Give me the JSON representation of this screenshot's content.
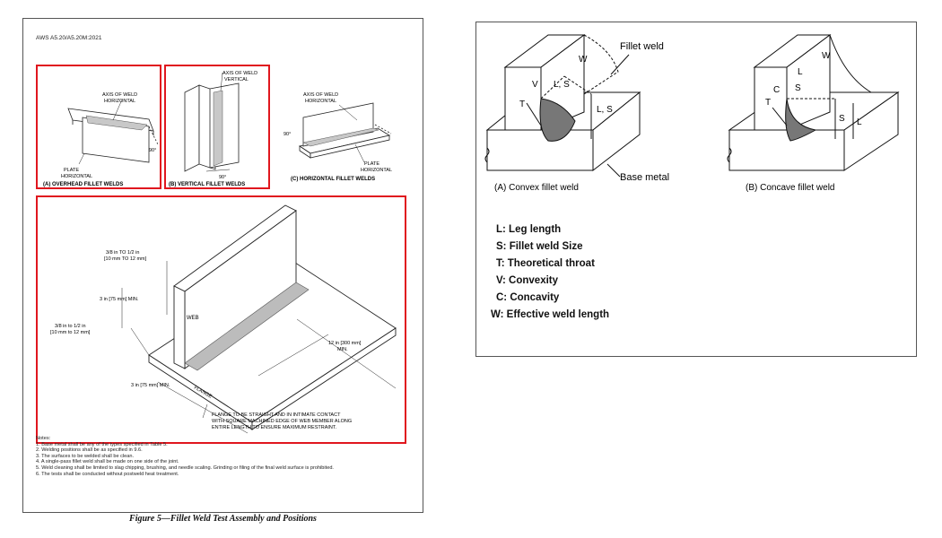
{
  "left_doc": {
    "header": "AWS A5.20/A5.20M:2021",
    "overhead": {
      "caption": "(A) OVERHEAD FILLET WELDS",
      "axis_label_1": "AXIS OF WELD",
      "axis_label_2": "HORIZONTAL",
      "plate_label_1": "PLATE",
      "plate_label_2": "HORIZONTAL",
      "angle": "90°"
    },
    "vertical": {
      "caption": "(B) VERTICAL FILLET WELDS",
      "axis_label_1": "AXIS OF WELD",
      "axis_label_2": "VERTICAL",
      "angle": "90°"
    },
    "horizontal": {
      "caption": "(C) HORIZONTAL FILLET WELDS",
      "axis_label_1": "AXIS OF WELD",
      "axis_label_2": "HORIZONTAL",
      "plate_label_1": "PLATE",
      "plate_label_2": "HORIZONTAL",
      "angle": "90°"
    },
    "assembly": {
      "dim_top_1": "3/8 in TO 1/2 in",
      "dim_top_2": "[10 mm TO 12 mm]",
      "dim_height": "3 in [75 mm] MIN.",
      "dim_flange_1": "3/8 in to 1/2 in",
      "dim_flange_2": "[10 mm to 12 mm]",
      "web_label": "WEB",
      "flange_label": "FLANGE",
      "dim_length_1": "12 in [300 mm]",
      "dim_length_2": "MIN.",
      "dim_width": "3 in [75 mm] MIN.",
      "note_1": "FLANGE TO BE STRAIGHT AND IN INTIMATE CONTACT",
      "note_2": "WITH SQUARE MACHINED EDGE OF WEB MEMBER ALONG",
      "note_3": "ENTIRE LENGTH TO ENSURE MAXIMUM RESTRAINT."
    },
    "notes_title": "Notes:",
    "notes": [
      "1.  Base metal shall be any of the types specified in Table 5.",
      "2.  Welding positions shall be as specified in 9.6.",
      "3.  The surfaces to be welded shall be clean.",
      "4.  A single-pass fillet weld shall be made on one side of the joint.",
      "5.  Weld cleaning shall be limited to slag chipping, brushing, and needle scaling. Grinding or filing of the final weld surface is prohibited.",
      "6.  The tests shall be conducted without postweld heat treatment."
    ],
    "figure_caption": "Figure 5—Fillet Weld Test Assembly and Positions"
  },
  "right_doc": {
    "fillet_weld_label": "Fillet weld",
    "base_metal_label": "Base metal",
    "convex": {
      "caption": "(A) Convex fillet weld",
      "w": "W",
      "v": "V",
      "ls": "L, S",
      "t": "T",
      "ls2": "L, S"
    },
    "concave": {
      "caption": "(B) Concave fillet weld",
      "w": "W",
      "l": "L",
      "s": "S",
      "c": "C",
      "t": "T",
      "s2": "S",
      "l2": "L"
    },
    "legend": [
      "L: Leg length",
      "S: Fillet weld Size",
      "T: Theoretical throat",
      "V: Convexity",
      "C: Concavity",
      "W: Effective weld length"
    ]
  },
  "colors": {
    "highlight_box": "#e0161e",
    "weld_fill": "#b8b8b8",
    "weld_dark": "#6a6a6a"
  }
}
